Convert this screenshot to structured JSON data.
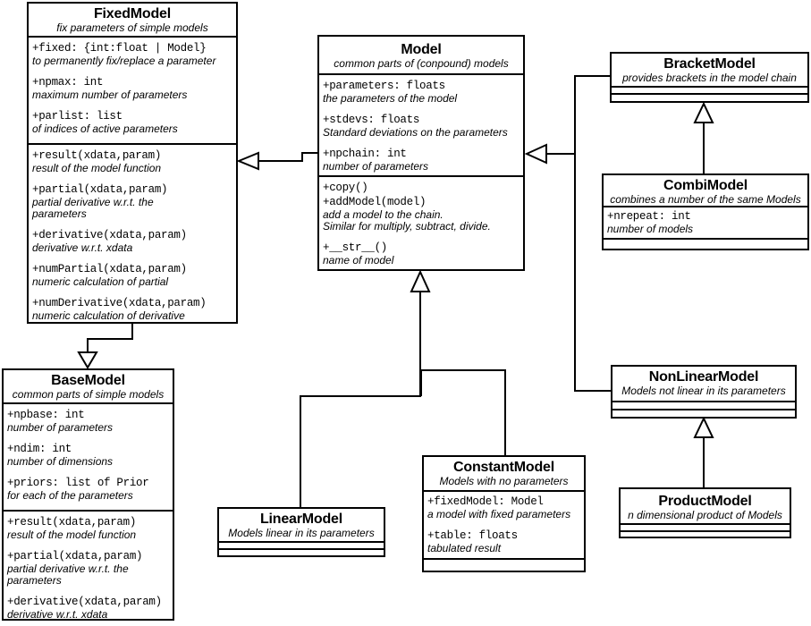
{
  "canvas": {
    "background": "#ffffff",
    "line_color": "#000000"
  },
  "classes": {
    "fixedModel": {
      "title": "FixedModel",
      "subtitle": "fix parameters of simple models",
      "attributes": [
        {
          "code": "+fixed: {int:float | Model}",
          "desc": "to permanently fix/replace a parameter"
        },
        {
          "code": "+npmax: int",
          "desc": "maximum number of parameters"
        },
        {
          "code": "+parlist: list",
          "desc": "of indices of active parameters"
        }
      ],
      "methods": [
        {
          "code": "+result(xdata,param)",
          "desc": "result of the model function"
        },
        {
          "code": "+partial(xdata,param)",
          "desc": "partial derivative w.r.t. the\nparameters"
        },
        {
          "code": "+derivative(xdata,param)",
          "desc": "derivative w.r.t. xdata"
        },
        {
          "code": "+numPartial(xdata,param)",
          "desc": "numeric calculation of partial"
        },
        {
          "code": "+numDerivative(xdata,param)",
          "desc": "numeric calculation of derivative"
        }
      ]
    },
    "model": {
      "title": "Model",
      "subtitle": "common parts of (conpound) models",
      "attributes": [
        {
          "code": "+parameters: floats",
          "desc": "the parameters of the model"
        },
        {
          "code": "+stdevs: floats",
          "desc": "Standard deviations on the parameters"
        },
        {
          "code": "+npchain: int",
          "desc": "number of parameters"
        }
      ],
      "methods": [
        {
          "code": "+copy()",
          "desc": ""
        },
        {
          "code": "+addModel(model)",
          "desc": "add a model to the chain.\nSimilar for multiply, subtract, divide."
        },
        {
          "code": "+__str__()",
          "desc": "name of model"
        }
      ]
    },
    "bracketModel": {
      "title": "BracketModel",
      "subtitle": "provides brackets in the model chain",
      "attributes": [],
      "methods": []
    },
    "combiModel": {
      "title": "CombiModel",
      "subtitle": "combines a number of the same Models",
      "attributes": [
        {
          "code": "+nrepeat: int",
          "desc": "number of models"
        }
      ],
      "methods": []
    },
    "baseModel": {
      "title": "BaseModel",
      "subtitle": "common parts of simple models",
      "attributes": [
        {
          "code": "+npbase: int",
          "desc": "number of parameters"
        },
        {
          "code": "+ndim: int",
          "desc": "number of dimensions"
        },
        {
          "code": "+priors: list of Prior",
          "desc": "for each of the parameters"
        }
      ],
      "methods": [
        {
          "code": "+result(xdata,param)",
          "desc": "result of the model function"
        },
        {
          "code": "+partial(xdata,param)",
          "desc": "partial derivative w.r.t. the\nparameters"
        },
        {
          "code": "+derivative(xdata,param)",
          "desc": "derivative w.r.t. xdata"
        }
      ]
    },
    "nonLinearModel": {
      "title": "NonLinearModel",
      "subtitle": "Models not linear in its parameters",
      "attributes": [],
      "methods": []
    },
    "linearModel": {
      "title": "LinearModel",
      "subtitle": "Models linear in its parameters",
      "attributes": [],
      "methods": []
    },
    "constantModel": {
      "title": "ConstantModel",
      "subtitle": "Models with no parameters",
      "attributes": [
        {
          "code": "+fixedModel: Model",
          "desc": "a model with fixed parameters"
        },
        {
          "code": "+table: floats",
          "desc": "tabulated result"
        }
      ],
      "methods": []
    },
    "productModel": {
      "title": "ProductModel",
      "subtitle": "n dimensional product of Models",
      "attributes": [],
      "methods": []
    }
  },
  "relationships": [
    {
      "type": "inheritance",
      "from": "Model",
      "to": "FixedModel"
    },
    {
      "type": "inheritance",
      "from": "FixedModel",
      "to": "BaseModel"
    },
    {
      "type": "inheritance",
      "from": "BracketModel",
      "to": "Model"
    },
    {
      "type": "inheritance",
      "from": "NonLinearModel",
      "to": "Model"
    },
    {
      "type": "inheritance",
      "from": "LinearModel",
      "to": "Model"
    },
    {
      "type": "inheritance",
      "from": "ConstantModel",
      "to": "Model"
    },
    {
      "type": "inheritance",
      "from": "CombiModel",
      "to": "BracketModel"
    },
    {
      "type": "inheritance",
      "from": "ProductModel",
      "to": "NonLinearModel"
    }
  ]
}
